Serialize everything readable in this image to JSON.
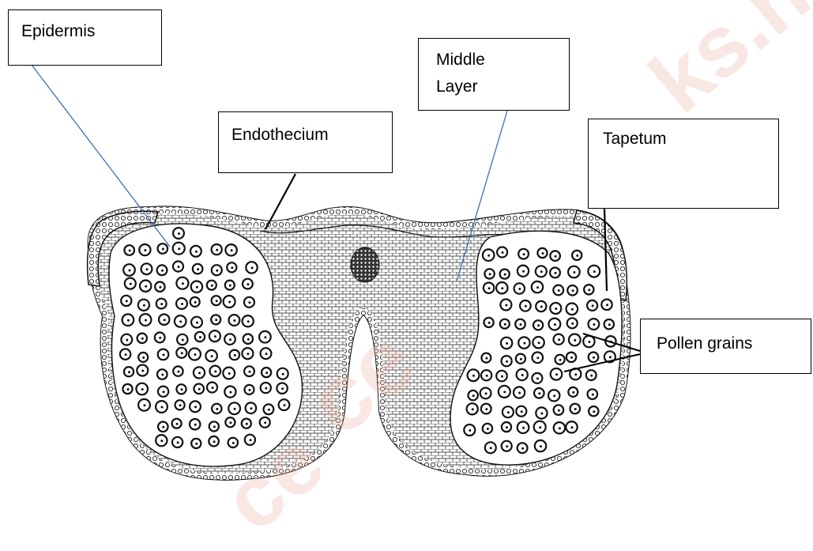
{
  "labels": {
    "epidermis": "Epidermis",
    "middle_layer_line1": "Middle",
    "middle_layer_line2": "Layer",
    "endothecium": "Endothecium",
    "tapetum": "Tapetum",
    "pollen_grains": "Pollen grains"
  },
  "watermark": {
    "text_1": "ce",
    "text_2": "ks.n",
    "text_3": "ce"
  },
  "colors": {
    "leader_epidermis": "#3c6fb6",
    "leader_middle": "#3c6fb6",
    "leader_black": "#000000",
    "ink": "#1a1a1a",
    "watermark": "#e6aa96"
  }
}
